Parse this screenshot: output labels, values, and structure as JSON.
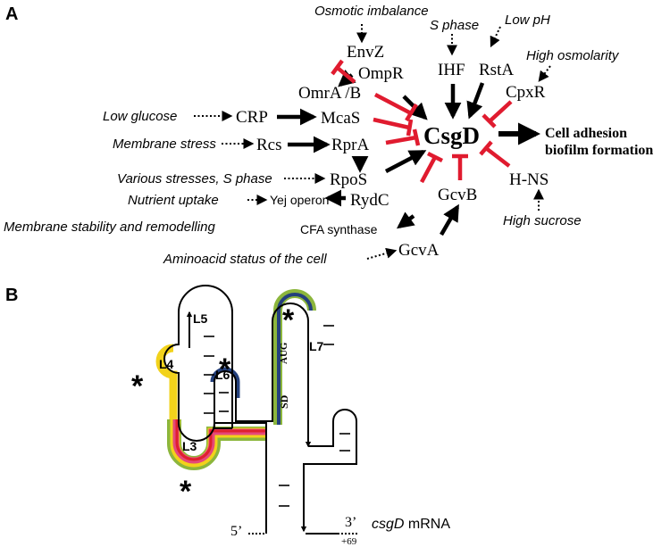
{
  "panel_a": {
    "label": "A",
    "center": "CsgD",
    "output": [
      "Cell adhesion",
      "biofilm formation"
    ],
    "regulators": {
      "envz": "EnvZ",
      "ompr": "OmpR",
      "omra": "OmrA /B",
      "ihf": "IHF",
      "rsta": "RstA",
      "cpxr": "CpxR",
      "crp": "CRP",
      "mcas": "McaS",
      "rcs": "Rcs",
      "rpra": "RprA",
      "rpos": "RpoS",
      "rydc": "RydC",
      "gcvb": "GcvB",
      "gcva": "GcvA",
      "hns": "H-NS"
    },
    "targets": {
      "yej": "Yej operon",
      "cfa": "CFA synthase"
    },
    "signals": {
      "osmotic": "Osmotic imbalance",
      "sphase": "S phase",
      "lowph": "Low pH",
      "highosm": "High osmolarity",
      "lowglucose": "Low glucose",
      "membrane": "Membrane stress",
      "various": "Various stresses, S phase",
      "nutrient": "Nutrient uptake",
      "stability": "Membrane stability and remodelling",
      "aminoacid": "Aminoacid status of the cell",
      "sucrose": "High sucrose"
    },
    "colors": {
      "activation": "#000000",
      "repression": "#e01b2f"
    }
  },
  "panel_b": {
    "label": "B",
    "loops": {
      "l3": "L3",
      "l4": "L4",
      "l5": "L5",
      "l6": "L6",
      "l7": "L7"
    },
    "start_codon": "AUG",
    "sd": "SD",
    "five_prime": "5’",
    "three_prime": "3’",
    "mrna_name": "csgD",
    "mrna_suffix": " mRNA",
    "position": "+69",
    "star": "*",
    "colors": {
      "yellow": "#f2d21b",
      "green": "#8cb63c",
      "blue": "#24407c",
      "pink": "#e5487a",
      "red": "#e0202e"
    }
  }
}
